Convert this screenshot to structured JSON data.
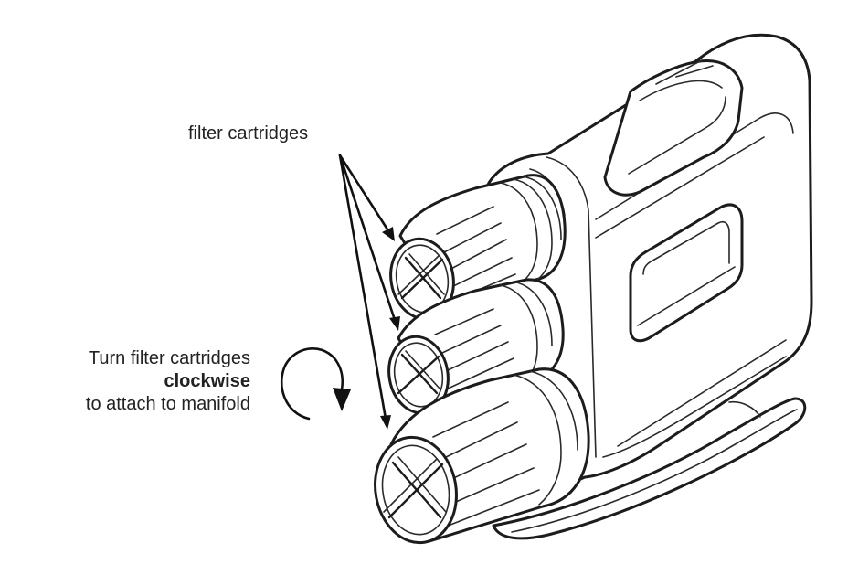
{
  "callout": {
    "text": "filter cartridges"
  },
  "instruction": {
    "line1": "Turn filter cartridges",
    "line2": "clockwise",
    "line3": "to attach to manifold"
  }
}
